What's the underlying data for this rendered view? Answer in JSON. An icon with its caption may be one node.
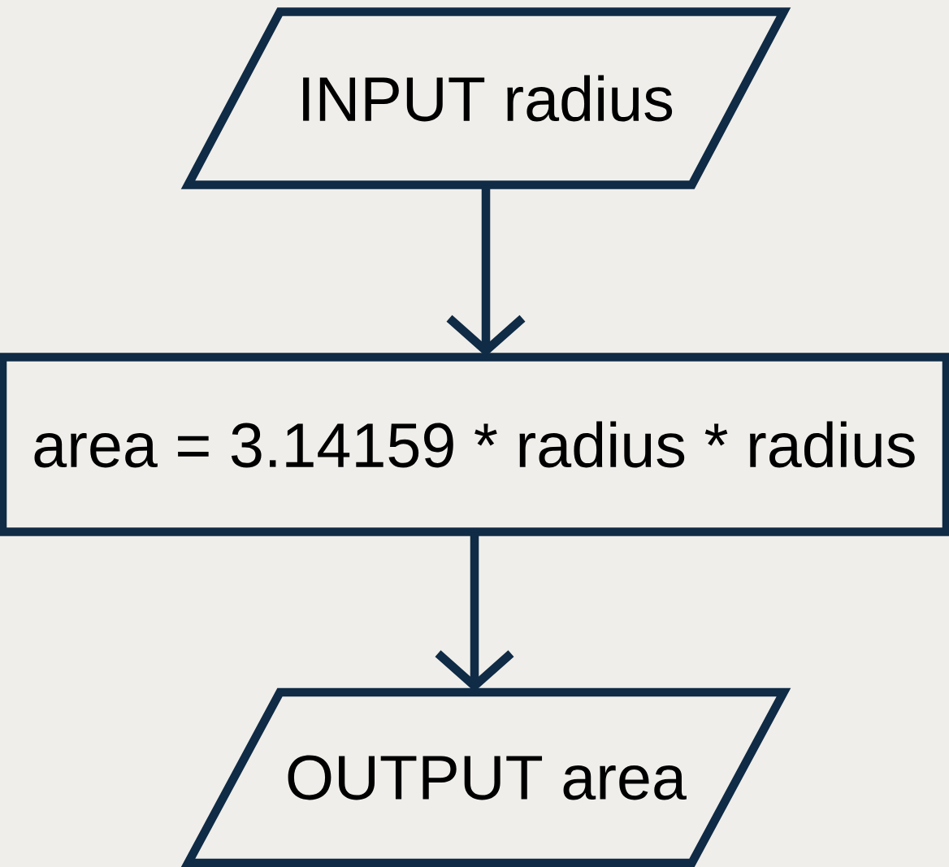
{
  "diagram": {
    "nodes": [
      {
        "text": [
          "INPUT radius"
        ]
      },
      {
        "text": [
          "area = 3.14159 * radius * radius"
        ]
      },
      {
        "text": [
          "OUTPUT area"
        ]
      }
    ],
    "edges": [
      {
        "from": 0,
        "to": 1,
        "arrow": "to"
      },
      {
        "from": 1,
        "to": 2,
        "arrow": "to"
      }
    ]
  }
}
